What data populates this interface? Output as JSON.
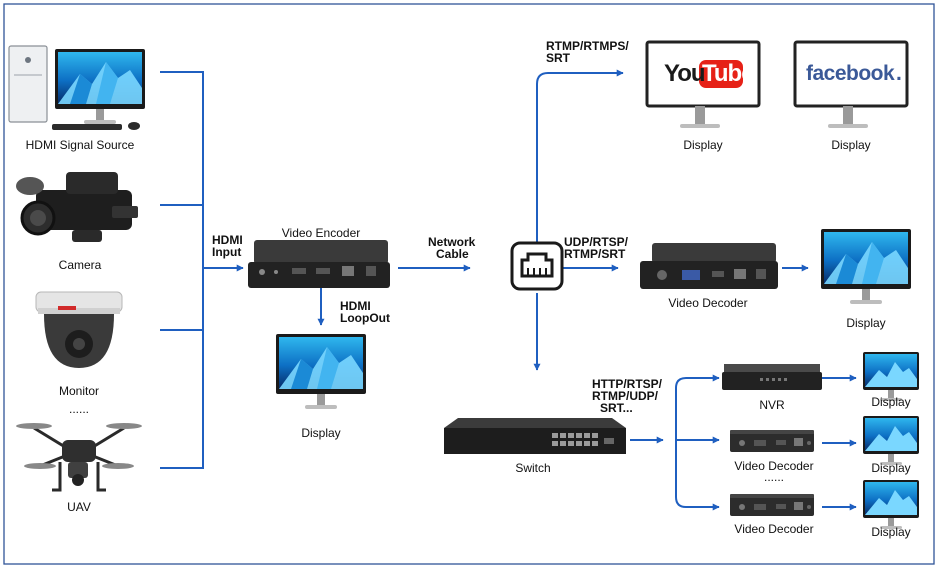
{
  "sources": {
    "hdmi_signal_source": "HDMI Signal Source",
    "camera": "Camera",
    "monitor": "Monitor",
    "ellipsis": "......",
    "uav": "UAV"
  },
  "encoder": {
    "input_label_1": "HDMI",
    "input_label_2": "Input",
    "title": "Video Encoder",
    "loopout_1": "HDMI",
    "loopout_2": "LoopOut",
    "display": "Display"
  },
  "network": {
    "cable_1": "Network",
    "cable_2": "Cable"
  },
  "streaming": {
    "protocol_1": "RTMP/RTMPS/",
    "protocol_2": "SRT",
    "youtube_you": "You",
    "youtube_tube": "Tube",
    "facebook": "facebook",
    "facebook_dot": ".",
    "display_youtube": "Display",
    "display_facebook": "Display"
  },
  "decoder": {
    "protocol_1": "UDP/RTSP/",
    "protocol_2": "RTMP/SRT",
    "title": "Video Decoder",
    "display": "Display"
  },
  "switch": {
    "title": "Switch",
    "protocol_1": "HTTP/RTSP/",
    "protocol_2": "RTMP/UDP/",
    "protocol_3": "SRT...",
    "nvr": "NVR",
    "decoder_1": "Video Decoder",
    "ellipsis": "......",
    "decoder_2": "Video Decoder",
    "display_1": "Display",
    "display_2": "Display",
    "display_3": "Display"
  },
  "colors": {
    "line": "#1f5fc0",
    "frame": "#2f5597",
    "youtube_red": "#e62117",
    "facebook_blue": "#3b5998"
  }
}
